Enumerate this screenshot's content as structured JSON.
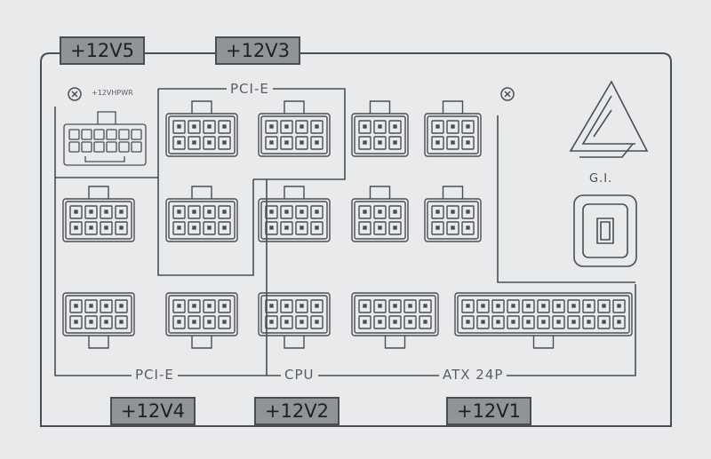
{
  "rails": {
    "r5": "+12V5",
    "r3": "+12V3",
    "r4": "+12V4",
    "r2": "+12V2",
    "r1": "+12V1"
  },
  "groups": {
    "pcie_top": "PCI-E",
    "pcie_bottom": "PCI-E",
    "cpu": "CPU",
    "atx": "ATX 24P",
    "hpwr": "+12VHPWR",
    "gi": "G.I."
  },
  "colors": {
    "background": "#e9eaeb",
    "line": "#4a4e52",
    "rail_fill": "#8f9499"
  }
}
